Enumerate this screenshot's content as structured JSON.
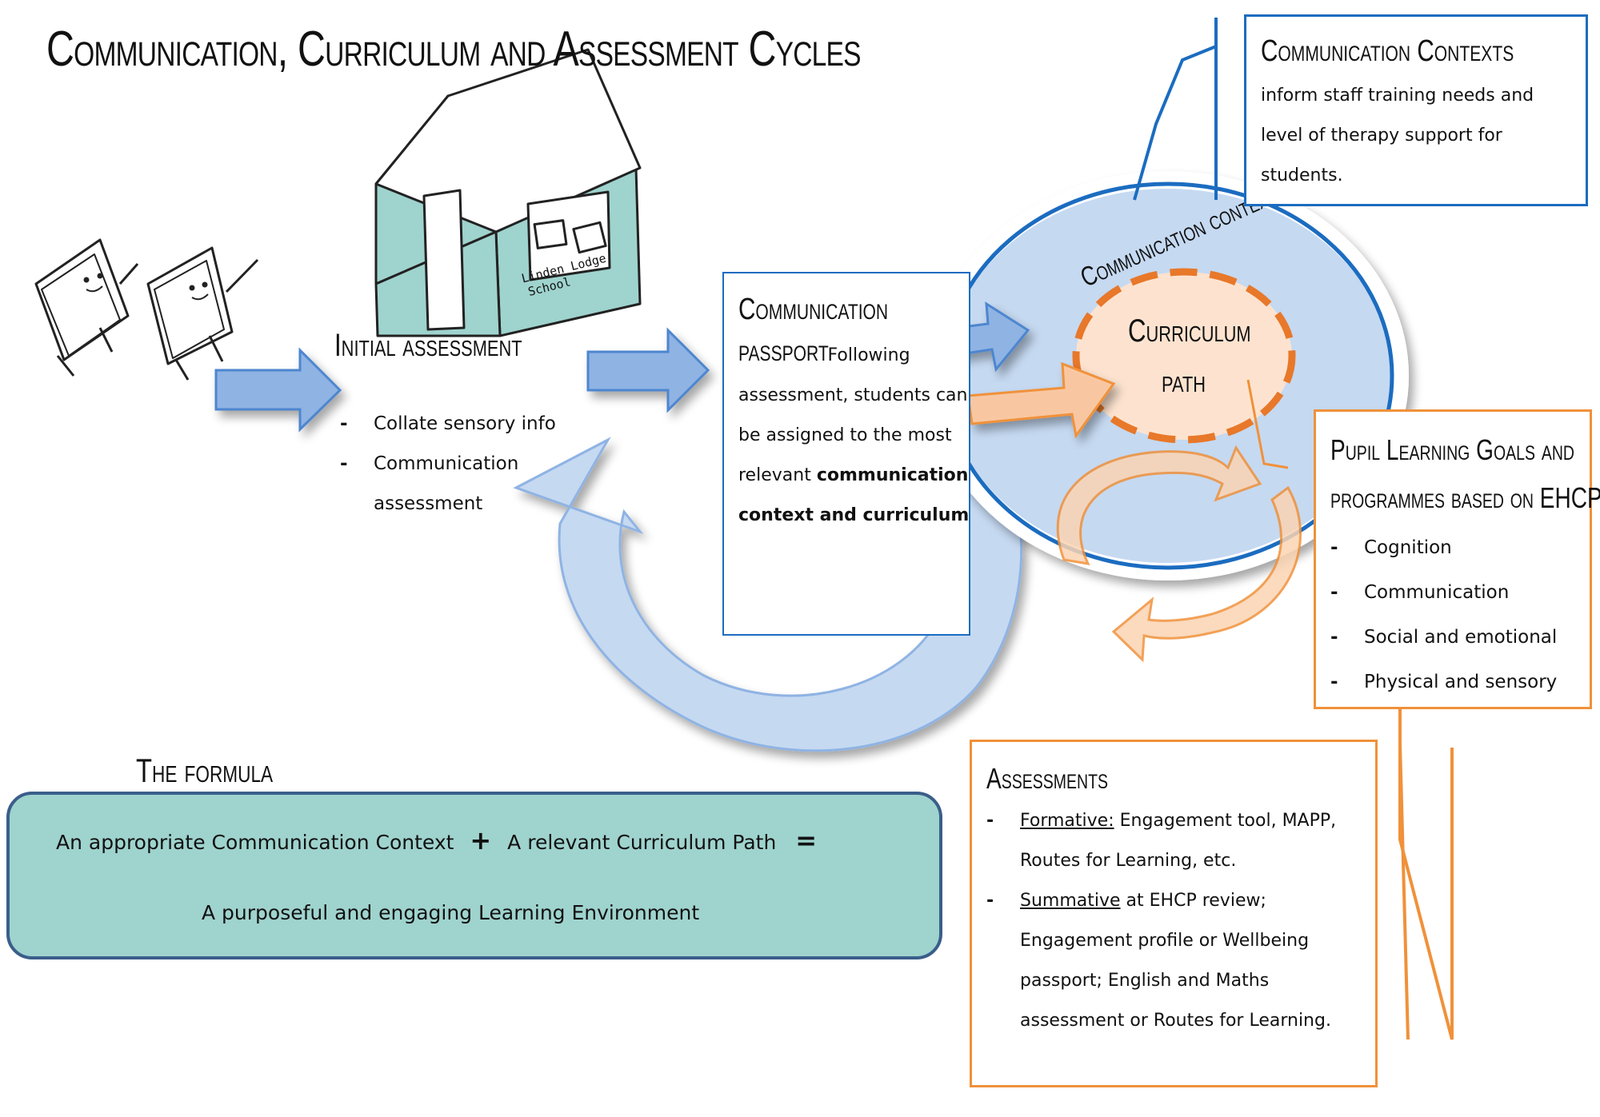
{
  "title": "Communication, Curriculum and Assessment Cycles",
  "school": {
    "label_line1": "Linden Lodge",
    "label_line2": "School"
  },
  "initial_assessment": {
    "heading": "Initial assessment",
    "items": [
      "Collate sensory info",
      "Communication assessment"
    ]
  },
  "passport": {
    "heading_line1": "Communication",
    "heading_line2": "passport",
    "text_plain": "Following assessment, students can be assigned to the most relevant",
    "text_bold": "communication context and curriculum"
  },
  "circle": {
    "outer_label": "Communication context",
    "inner_line1": "Curriculum",
    "inner_line2": "path"
  },
  "contexts_box": {
    "heading": "Communication Contexts",
    "text": "inform staff training needs and level of therapy support for students."
  },
  "goals_box": {
    "heading_line1": "Pupil Learning Goals and",
    "heading_line2": "programmes based on EHCP",
    "items": [
      "Cognition",
      "Communication",
      "Social and emotional",
      "Physical and sensory"
    ]
  },
  "assessments_box": {
    "heading": "Assessments",
    "formative_label": "Formative:",
    "formative_text": "Engagement tool, MAPP, Routes for Learning, etc.",
    "summative_label": "Summative",
    "summative_text": "at EHCP review; Engagement profile or Wellbeing passport; English and Maths assessment or Routes for Learning."
  },
  "formula": {
    "heading": "The formula",
    "part1": "An appropriate Communication Context",
    "plus": "+",
    "part2": "A relevant Curriculum Path",
    "equals": "=",
    "result": "A purposeful and engaging Learning Environment"
  },
  "colors": {
    "blue_dark": "#1b6cc0",
    "blue_light": "#c5d9f1",
    "blue_arrow": "#8fb3e3",
    "orange": "#f0913a",
    "peach": "#fde3cf",
    "teal": "#9fd3ce",
    "house": "#9fd3ce"
  }
}
